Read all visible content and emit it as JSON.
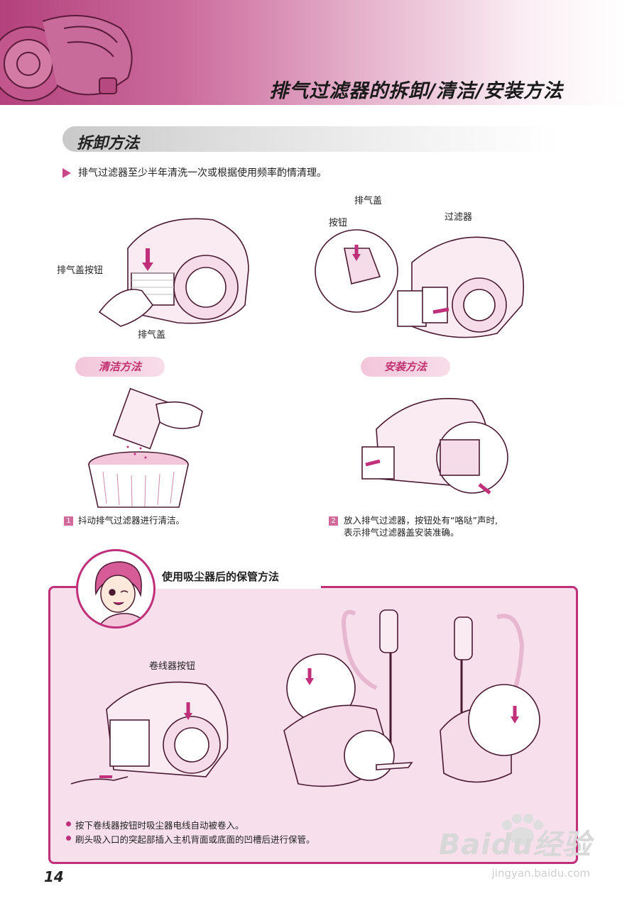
{
  "header": {
    "title": "排气过滤器的拆卸/清洁/安装方法"
  },
  "disassembly": {
    "heading": "拆卸方法",
    "intro": "排气过滤器至少半年清洗一次或根据使用频率酌情清理。",
    "left_labels": {
      "cover_button": "排气盖按钮",
      "cover": "排气盖"
    },
    "right_labels": {
      "cover": "排气盖",
      "button": "按钮",
      "filter": "过滤器"
    }
  },
  "cleaning": {
    "heading": "清洁方法",
    "step_number": "1",
    "step_text": "抖动排气过滤器进行清洁。"
  },
  "installation": {
    "heading": "安装方法",
    "step_number": "2",
    "step_text_line1": "放入排气过滤器，按钮处有“咯哒”声时,",
    "step_text_line2": "表示排气过滤器盖安装准确。"
  },
  "storage": {
    "heading": "使用吸尘器后的保管方法",
    "reel_button_label": "卷线器按钮",
    "notes": [
      "按下卷线器按钮时吸尘器电线自动被卷入。",
      "刷头吸入口的突起部插入主机背面或底面的凹槽后进行保管。"
    ]
  },
  "footer": {
    "page_number": "14"
  },
  "watermark": {
    "brand": "Baidu经验",
    "url": "jingyan.baidu.com"
  },
  "colors": {
    "accent": "#c0307a",
    "panel_bg": "#f7dfec",
    "pill_bg": "#f3c6da"
  }
}
